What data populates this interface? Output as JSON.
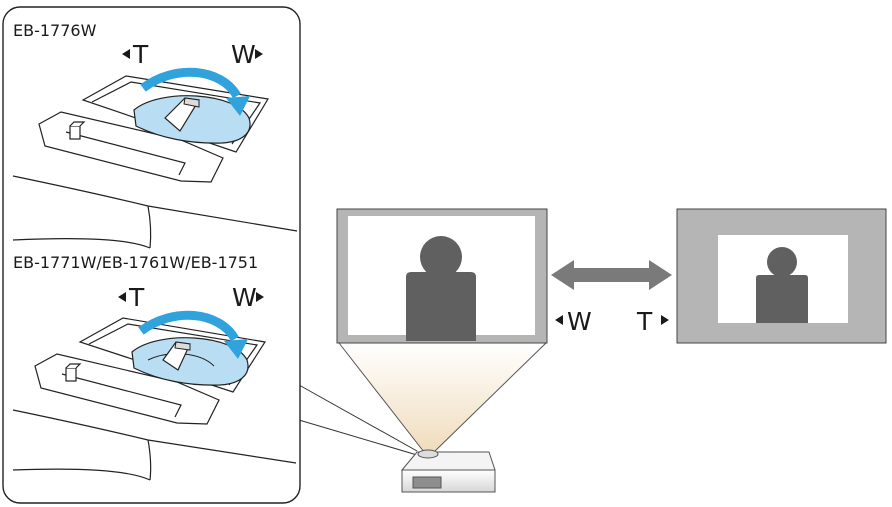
{
  "panel_top": {
    "model": "EB-1776W",
    "tele": "T",
    "wide": "W"
  },
  "panel_bottom": {
    "model": "EB-1771W/EB-1761W/EB-1751",
    "tele": "T",
    "wide": "W"
  },
  "zoom_arrow": {
    "wide": "W",
    "tele": "T"
  },
  "colors": {
    "ring": "#b9def3",
    "ring_arrow": "#31a3dc",
    "screen_frame": "#b5b5b5",
    "person": "#606060",
    "double_arrow": "#7a7a7a",
    "beam": "#f3e2c7"
  },
  "icons": [
    "projector-icon",
    "person-icon",
    "double-arrow-icon",
    "curved-arrow-icon"
  ]
}
